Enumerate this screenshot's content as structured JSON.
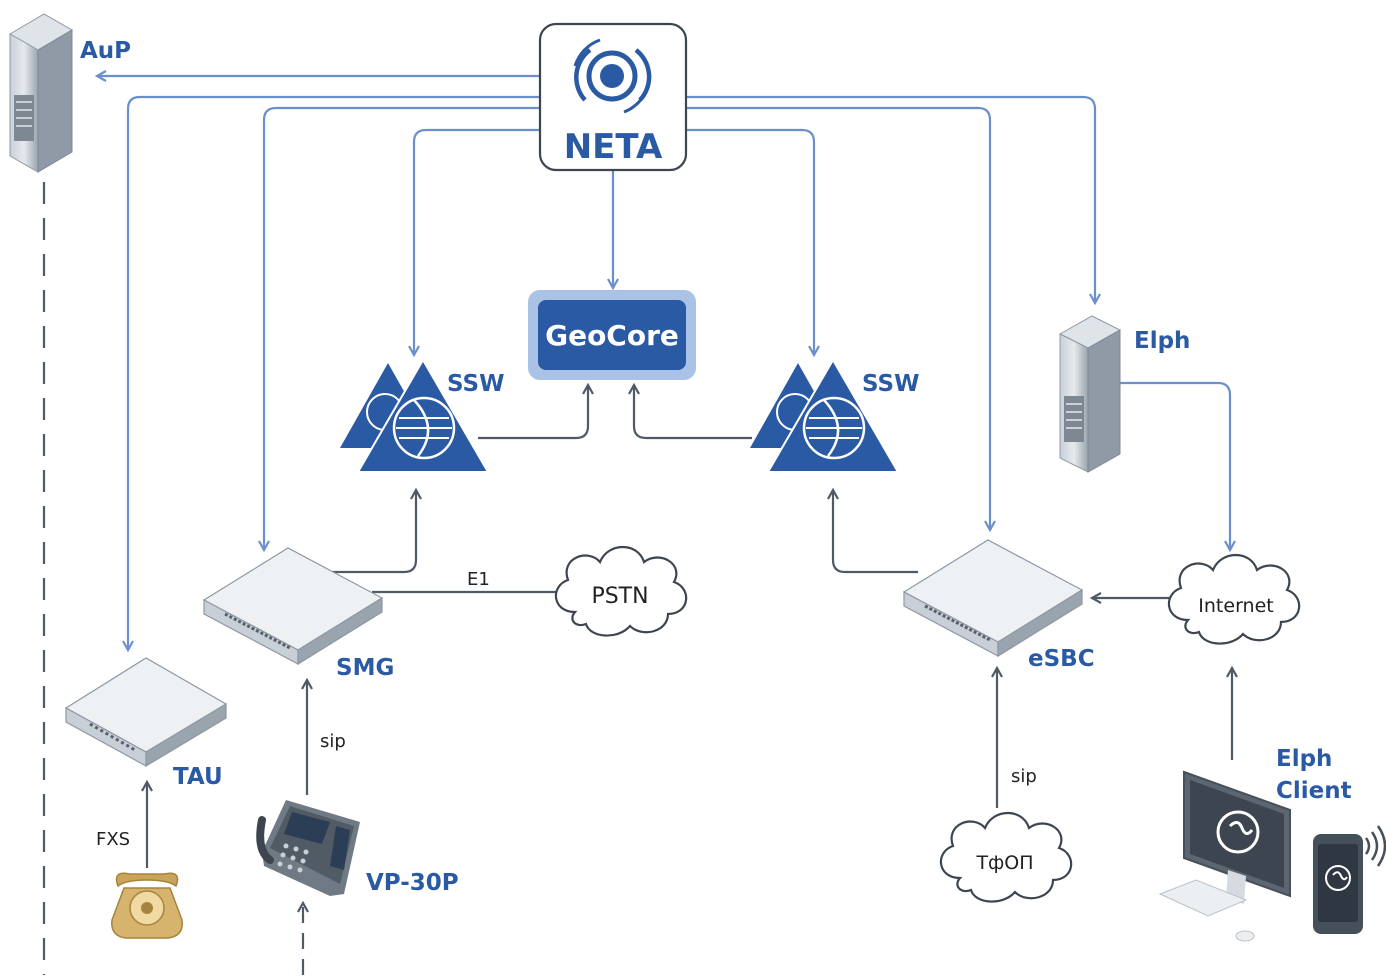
{
  "nodes": {
    "neta": "NETA",
    "geocore": "GeoCore",
    "ssw_left": "SSW",
    "ssw_right": "SSW",
    "aup": "AuP",
    "elph": "Elph",
    "smg": "SMG",
    "tau": "TAU",
    "esbc": "eSBC",
    "vp30p": "VP-30P",
    "elph_client_line1": "Elph",
    "elph_client_line2": "Client"
  },
  "clouds": {
    "pstn": "PSTN",
    "internet": "Internet",
    "tfop": "ТфОП"
  },
  "link_labels": {
    "e1": "E1",
    "sip_left": "sip",
    "sip_right": "sip",
    "fxs": "FXS"
  },
  "colors": {
    "brand_blue": "#2b5aa5",
    "link_blue": "#6b8fcb",
    "link_gray": "#4f5a66",
    "device_gray": "#e8ecef"
  },
  "icons": [
    "server-icon",
    "switch-icon",
    "softswitch-icon",
    "cloud-icon",
    "phone-icon",
    "ip-phone-icon",
    "monitor-icon",
    "tablet-icon",
    "wifi-icon"
  ]
}
